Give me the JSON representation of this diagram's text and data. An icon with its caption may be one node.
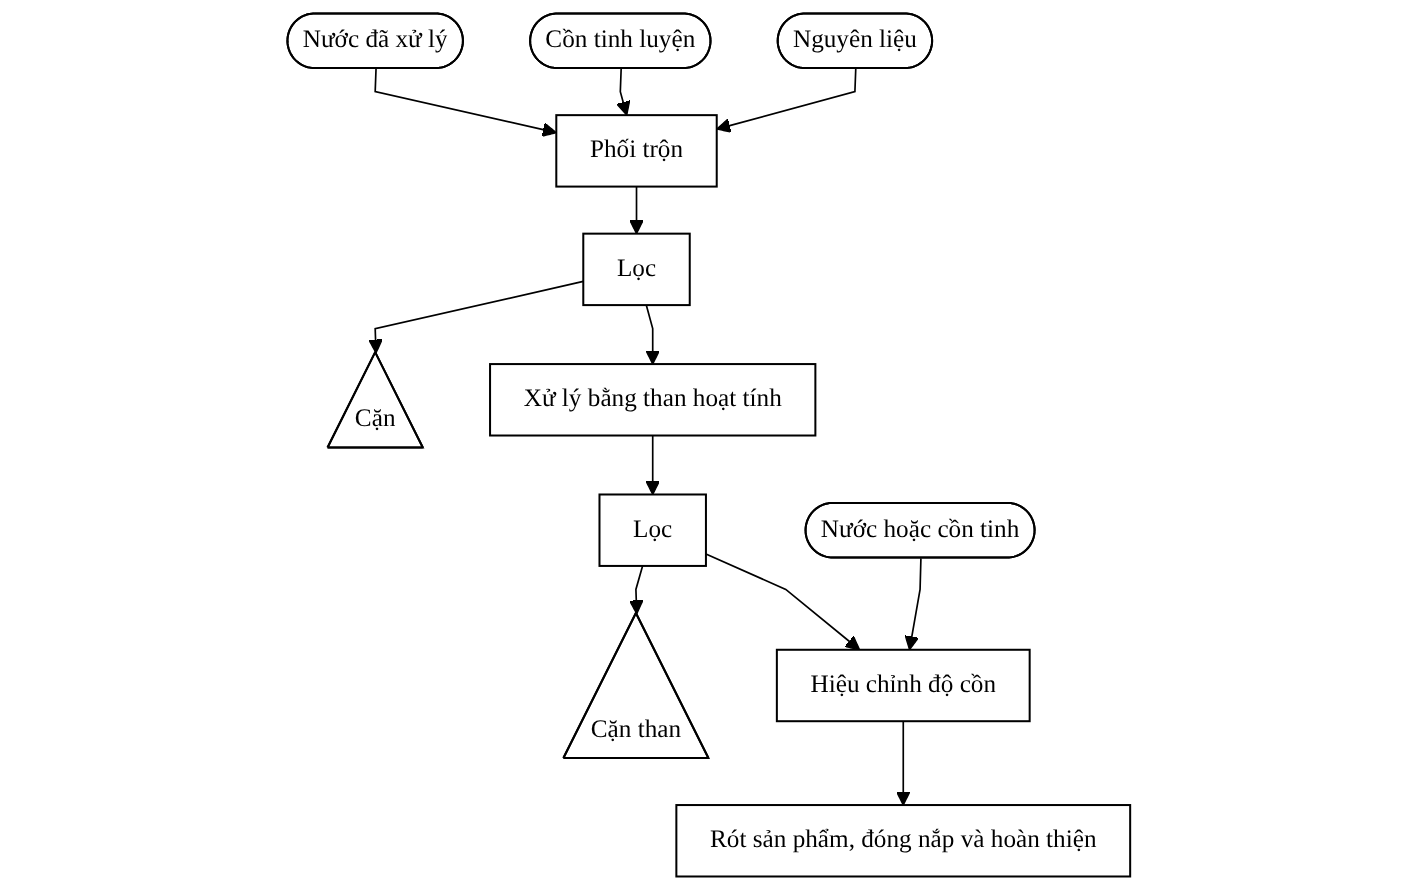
{
  "diagram": {
    "nodes": [
      {
        "text": [
          "Nước đã xử lý"
        ]
      },
      {
        "text": [
          "Cồn tinh luyện"
        ]
      },
      {
        "text": [
          "Nguyên liệu"
        ]
      },
      {
        "text": [
          "Phối trộn"
        ]
      },
      {
        "text": [
          "Lọc"
        ]
      },
      {
        "text": [
          "Cặn"
        ]
      },
      {
        "text": [
          "Xử lý bằng than hoạt tính"
        ]
      },
      {
        "text": [
          "Lọc"
        ]
      },
      {
        "text": [
          "Cặn than"
        ]
      },
      {
        "text": [
          "Nước hoặc cồn tinh"
        ]
      },
      {
        "text": [
          "Hiệu chỉnh độ cồn"
        ]
      },
      {
        "text": [
          "Rót sản phẩm, đóng nắp và hoàn thiện"
        ]
      }
    ],
    "edges": [
      {
        "from": 0,
        "to": 3,
        "arrow": "to"
      },
      {
        "from": 1,
        "to": 3,
        "arrow": "to"
      },
      {
        "from": 2,
        "to": 3,
        "arrow": "to"
      },
      {
        "from": 3,
        "to": 4,
        "arrow": "to"
      },
      {
        "from": 4,
        "to": 5,
        "arrow": "to"
      },
      {
        "from": 4,
        "to": 6,
        "arrow": "to"
      },
      {
        "from": 6,
        "to": 7,
        "arrow": "to"
      },
      {
        "from": 7,
        "to": 8,
        "arrow": "to"
      },
      {
        "from": 7,
        "to": 10,
        "arrow": "to"
      },
      {
        "from": 9,
        "to": 10,
        "arrow": "to"
      },
      {
        "from": 10,
        "to": 11,
        "arrow": "to"
      }
    ]
  }
}
